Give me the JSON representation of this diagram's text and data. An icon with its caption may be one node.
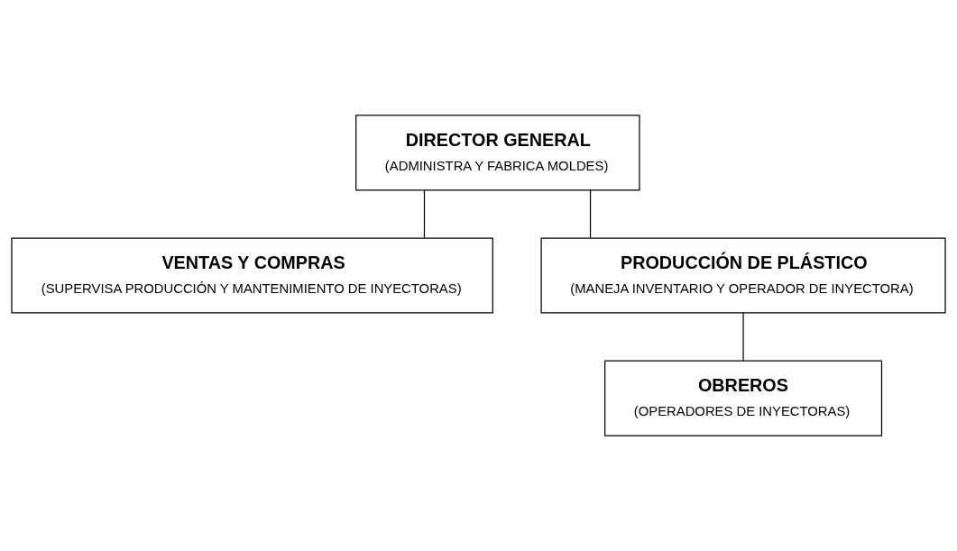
{
  "diagram": {
    "nodes": [
      {
        "text": [
          "DIRECTOR GENERAL",
          "(ADMINISTRA Y FABRICA MOLDES)"
        ]
      },
      {
        "text": [
          "VENTAS Y COMPRAS",
          "(SUPERVISA PRODUCCIÓN Y MANTENIMIENTO DE INYECTORAS)"
        ]
      },
      {
        "text": [
          "PRODUCCIÓN DE PLÁSTICO",
          "(MANEJA INVENTARIO Y OPERADOR DE INYECTORA)"
        ]
      },
      {
        "text": [
          "OBREROS",
          "(OPERADORES DE INYECTORAS)"
        ]
      }
    ],
    "edges": [
      {
        "from": 0,
        "to": 1,
        "arrow": "none"
      },
      {
        "from": 0,
        "to": 2,
        "arrow": "none"
      },
      {
        "from": 2,
        "to": 3,
        "arrow": "none"
      }
    ]
  }
}
